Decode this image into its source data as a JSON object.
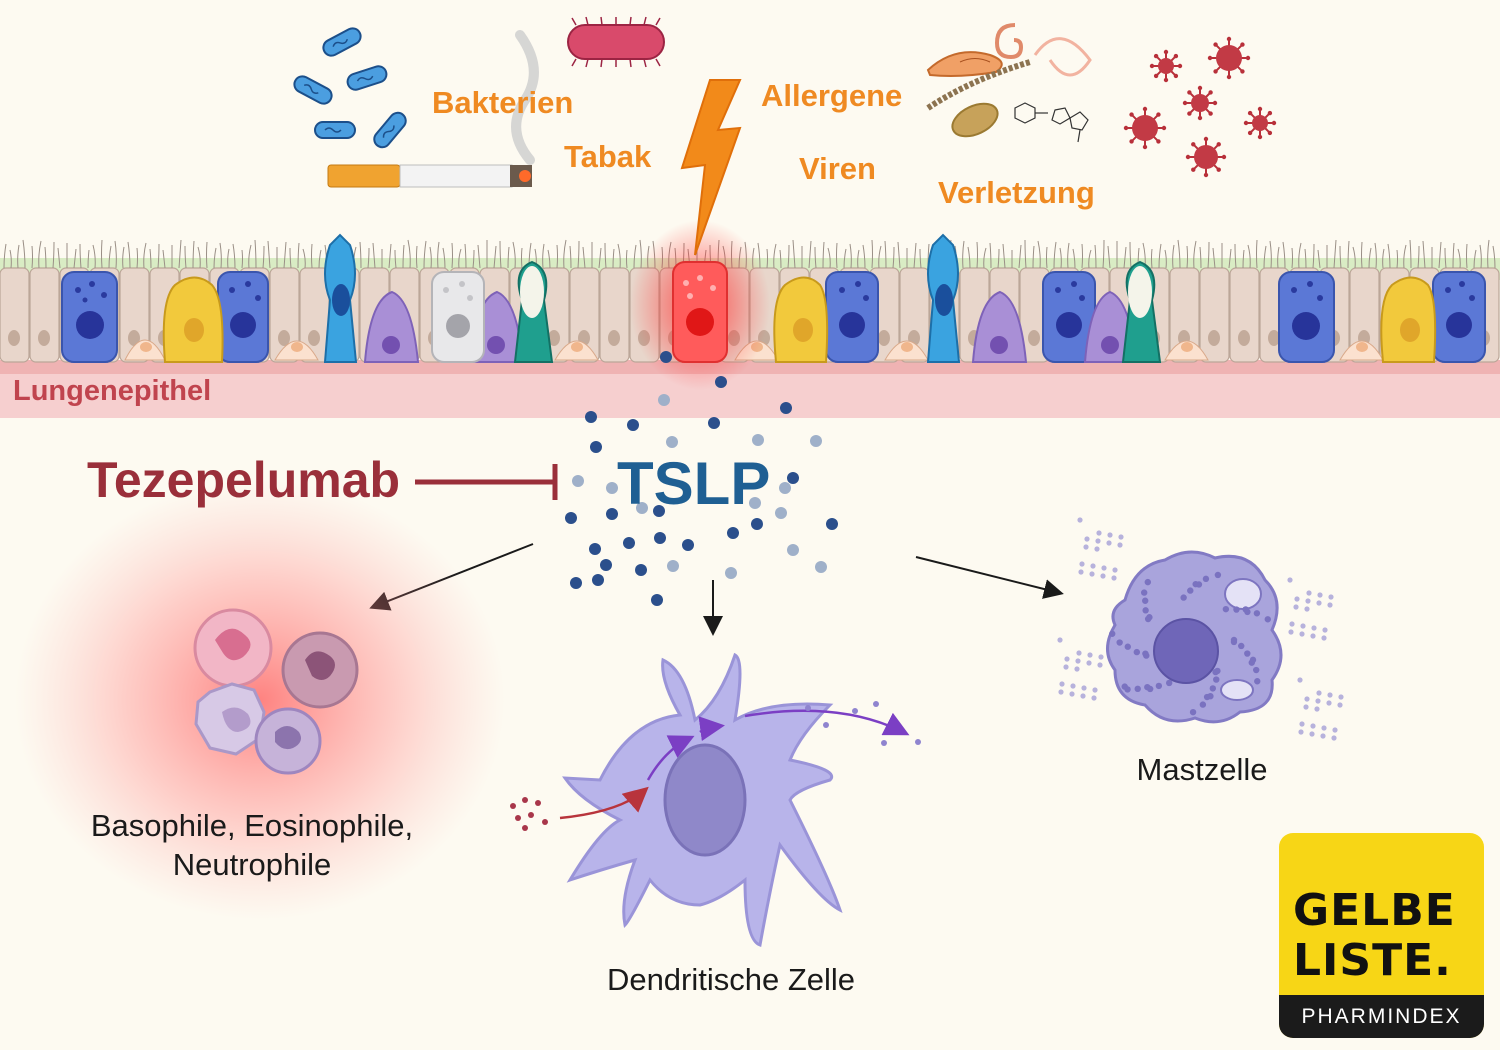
{
  "triggers": {
    "bakterien": "Bakterien",
    "tabak": "Tabak",
    "allergene": "Allergene",
    "viren": "Viren",
    "verletzung": "Verletzung"
  },
  "epithelium_label": "Lungenepithel",
  "drug_label": "Tezepelumab",
  "cytokine_label": "TSLP",
  "cells": {
    "granulocytes_line1": "Basophile, Eosinophile,",
    "granulocytes_line2": "Neutrophile",
    "dendritic": "Dendritische Zelle",
    "mast": "Mastzelle"
  },
  "logo": {
    "line1": "GELBE",
    "line2": "LISTE.",
    "line3": "PHARMINDEX"
  },
  "colors": {
    "trigger_text": "#ef8a22",
    "drug_text": "#9a2f3a",
    "cytokine_text": "#1f5f93",
    "epithelium_label": "#c0444e",
    "logo_yellow": "#f7d616"
  }
}
